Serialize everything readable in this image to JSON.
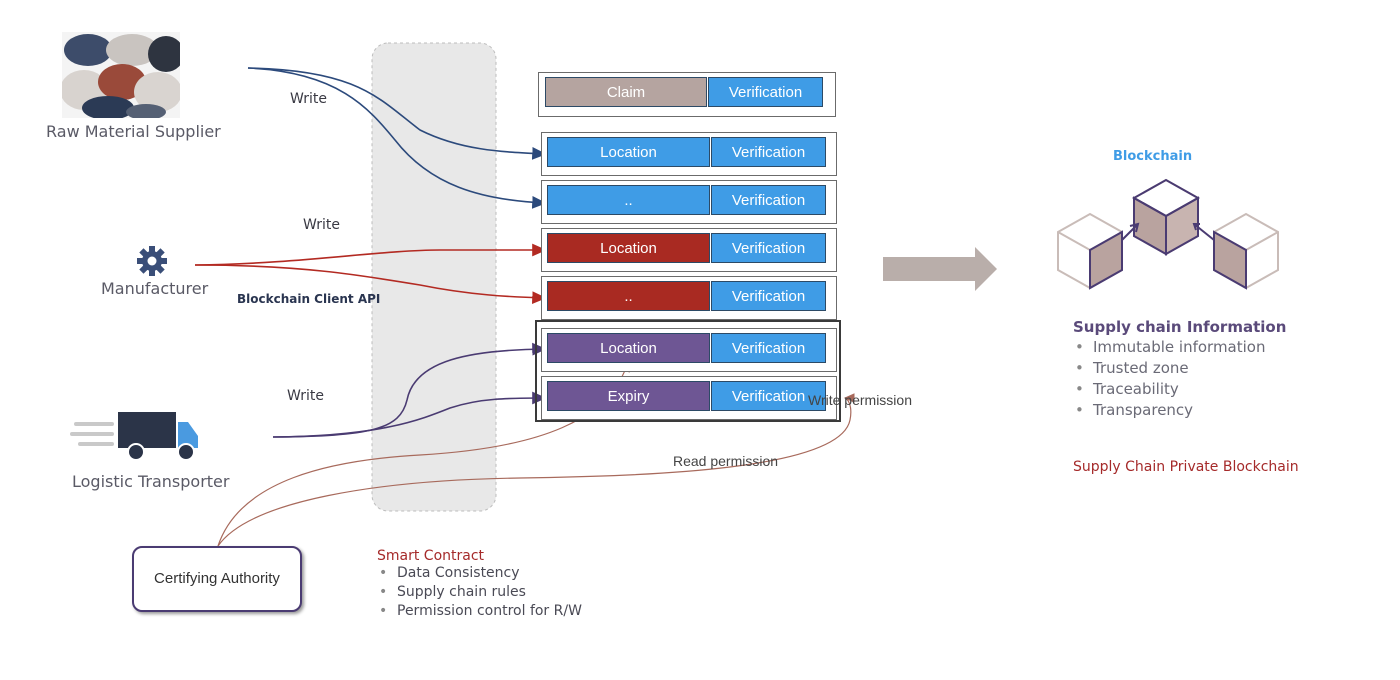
{
  "actors": {
    "raw_material_supplier": "Raw Material Supplier",
    "manufacturer": "Manufacturer",
    "logistic_transporter": "Logistic Transporter",
    "certifying_authority": "Certifying Authority"
  },
  "arrows": {
    "write_1": "Write",
    "write_2": "Write",
    "write_3": "Write",
    "write_permission": "Write permission",
    "read_permission": "Read permission"
  },
  "api_label": "Blockchain Client API",
  "ledger": {
    "rows": [
      {
        "left": "Claim",
        "right": "Verification",
        "left_color": "#b5a4a0"
      },
      {
        "left": "Location",
        "right": "Verification",
        "left_color": "#3f9ce6"
      },
      {
        "left": "..",
        "right": "Verification",
        "left_color": "#3f9ce6"
      },
      {
        "left": "Location",
        "right": "Verification",
        "left_color": "#a92a22"
      },
      {
        "left": "..",
        "right": "Verification",
        "left_color": "#a92a22"
      },
      {
        "left": "Location",
        "right": "Verification",
        "left_color": "#6e5694"
      },
      {
        "left": "Expiry",
        "right": "Verification",
        "left_color": "#6e5694"
      }
    ]
  },
  "smart_contract": {
    "title": "Smart Contract",
    "items": [
      "Data Consistency",
      "Supply chain rules",
      "Permission control for R/W"
    ]
  },
  "blockchain": {
    "label": "Blockchain",
    "info_title": "Supply chain Information",
    "items": [
      "Immutable information",
      "Trusted zone",
      "Traceability",
      "Transparency"
    ],
    "footer": "Supply Chain Private Blockchain"
  },
  "colors": {
    "supplier_line": "#2c4a7c",
    "manufacturer_line": "#b32a22",
    "transporter_line": "#4a3b72",
    "authority_line": "#a86a5c",
    "accent_red": "#a52a2a",
    "accent_blue": "#3f9ce6",
    "contract_zone": "#e6e6e6",
    "big_arrow": "#b9aeaa"
  },
  "icons": {
    "raw_material_supplier": "material-piles-icon",
    "manufacturer": "gear-icon",
    "logistic_transporter": "delivery-truck-icon",
    "blockchain": "cube-chain-icon",
    "flow": "right-arrow-icon"
  }
}
